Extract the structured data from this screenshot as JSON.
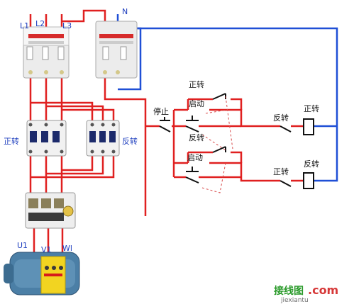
{
  "colors": {
    "power": "#e02020",
    "neutral": "#1f4fd6",
    "device_body": "#e9e9e9",
    "contactor_body": "#f1f1f1",
    "motor": "#4b7fa6",
    "terminal_box": "#f2d421"
  },
  "labels": {
    "l1": "L1",
    "l2": "L2",
    "l3": "L3",
    "n": "N",
    "km_forward_left": "正转",
    "km_reverse_left": "反转",
    "stop": "停止",
    "forward_top": "正转",
    "start_top": "启动",
    "reverse_mid": "反转",
    "start_bottom": "启动",
    "reverse_coil_label_top": "反转",
    "forward_coil_label_top": "正转",
    "forward_coil_label_bottom": "正转",
    "reverse_coil_label_bottom": "反转",
    "u1": "U1",
    "v1": "V1",
    "w1": "Wl"
  },
  "watermark": {
    "site_cn": "接线图",
    "dot_com": ".com",
    "site_en": "jiexiantu"
  }
}
